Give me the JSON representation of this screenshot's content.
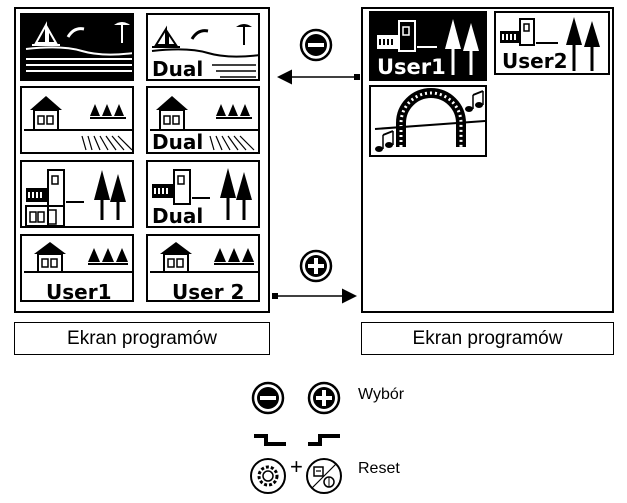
{
  "left_panel": {
    "caption": "Ekran programów",
    "tiles": [
      {
        "id": "beach",
        "label": ""
      },
      {
        "id": "beach-dual",
        "label": "Dual"
      },
      {
        "id": "house-field",
        "label": ""
      },
      {
        "id": "house-field-dual",
        "label": "Dual"
      },
      {
        "id": "building-trees",
        "label": ""
      },
      {
        "id": "building-trees-dual",
        "label": "Dual"
      },
      {
        "id": "house-user1",
        "label": "User1"
      },
      {
        "id": "house-user2",
        "label": "User 2"
      }
    ]
  },
  "right_panel": {
    "caption": "Ekran programów",
    "tiles": [
      {
        "id": "building-user1",
        "label": "User1"
      },
      {
        "id": "building-user2",
        "label": "User2"
      },
      {
        "id": "horseshoe-music",
        "label": ""
      }
    ]
  },
  "controls": {
    "minus_symbol": "−",
    "plus_symbol": "+",
    "select_label": "Wybór",
    "reset_label": "Reset",
    "combo_plus": "+"
  }
}
